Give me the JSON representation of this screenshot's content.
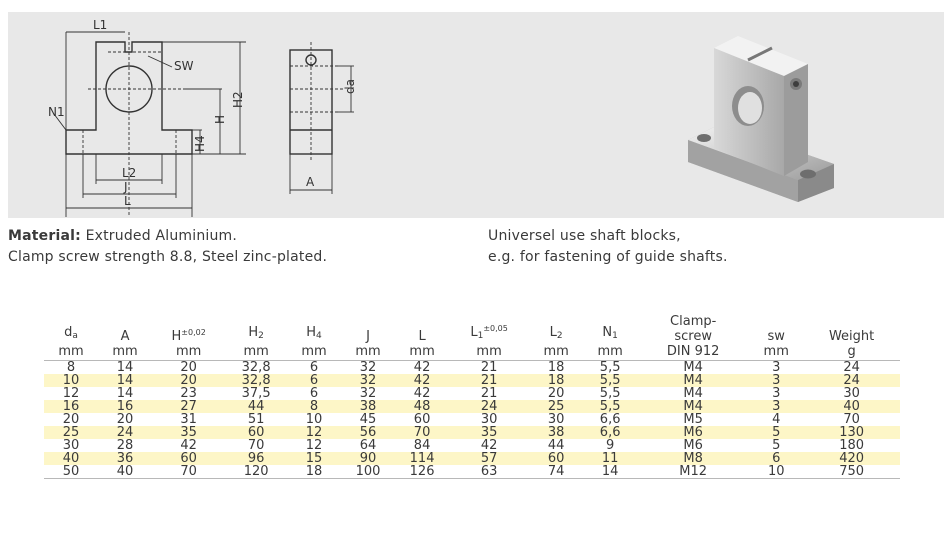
{
  "drawing_labels": {
    "L1": "L1",
    "SW": "SW",
    "N1": "N1",
    "H": "H",
    "H2": "H2",
    "H4": "H4",
    "L2": "L2",
    "J": "J",
    "L": "L",
    "da": "da",
    "A": "A"
  },
  "material": {
    "label": "Material:",
    "value": " Extruded Aluminium.",
    "screw": "Clamp screw strength 8.8, Steel zinc-plated."
  },
  "usage": {
    "line1": "Universel use shaft blocks,",
    "line2": "e.g. for fastening of guide shafts."
  },
  "table": {
    "headers": [
      {
        "main": "d",
        "sub": "a",
        "sup": "",
        "unit": "mm"
      },
      {
        "main": "A",
        "sub": "",
        "sup": "",
        "unit": "mm"
      },
      {
        "main": "H",
        "sub": "",
        "sup": "±0,02",
        "unit": "mm"
      },
      {
        "main": "H",
        "sub": "2",
        "sup": "",
        "unit": "mm"
      },
      {
        "main": "H",
        "sub": "4",
        "sup": "",
        "unit": "mm"
      },
      {
        "main": "J",
        "sub": "",
        "sup": "",
        "unit": "mm"
      },
      {
        "main": "L",
        "sub": "",
        "sup": "",
        "unit": "mm"
      },
      {
        "main": "L",
        "sub": "1",
        "sup": "±0,05",
        "unit": "mm"
      },
      {
        "main": "L",
        "sub": "2",
        "sup": "",
        "unit": "mm"
      },
      {
        "main": "N",
        "sub": "1",
        "sup": "",
        "unit": "mm"
      },
      {
        "main": "Clamp-",
        "sub": "",
        "sup": "",
        "line2": "screw",
        "unit": "DIN 912"
      },
      {
        "main": "sw",
        "sub": "",
        "sup": "",
        "unit": "mm"
      },
      {
        "main": "Weight",
        "sub": "",
        "sup": "",
        "unit": "g"
      }
    ],
    "rows": [
      [
        "8",
        "14",
        "20",
        "32,8",
        "6",
        "32",
        "42",
        "21",
        "18",
        "5,5",
        "M4",
        "3",
        "24"
      ],
      [
        "10",
        "14",
        "20",
        "32,8",
        "6",
        "32",
        "42",
        "21",
        "18",
        "5,5",
        "M4",
        "3",
        "24"
      ],
      [
        "12",
        "14",
        "23",
        "37,5",
        "6",
        "32",
        "42",
        "21",
        "20",
        "5,5",
        "M4",
        "3",
        "30"
      ],
      [
        "16",
        "16",
        "27",
        "44",
        "8",
        "38",
        "48",
        "24",
        "25",
        "5,5",
        "M4",
        "3",
        "40"
      ],
      [
        "20",
        "20",
        "31",
        "51",
        "10",
        "45",
        "60",
        "30",
        "30",
        "6,6",
        "M5",
        "4",
        "70"
      ],
      [
        "25",
        "24",
        "35",
        "60",
        "12",
        "56",
        "70",
        "35",
        "38",
        "6,6",
        "M6",
        "5",
        "130"
      ],
      [
        "30",
        "28",
        "42",
        "70",
        "12",
        "64",
        "84",
        "42",
        "44",
        "9",
        "M6",
        "5",
        "180"
      ],
      [
        "40",
        "36",
        "60",
        "96",
        "15",
        "90",
        "114",
        "57",
        "60",
        "11",
        "M8",
        "6",
        "420"
      ],
      [
        "50",
        "40",
        "70",
        "120",
        "18",
        "100",
        "126",
        "63",
        "74",
        "14",
        "M12",
        "10",
        "750"
      ]
    ]
  }
}
